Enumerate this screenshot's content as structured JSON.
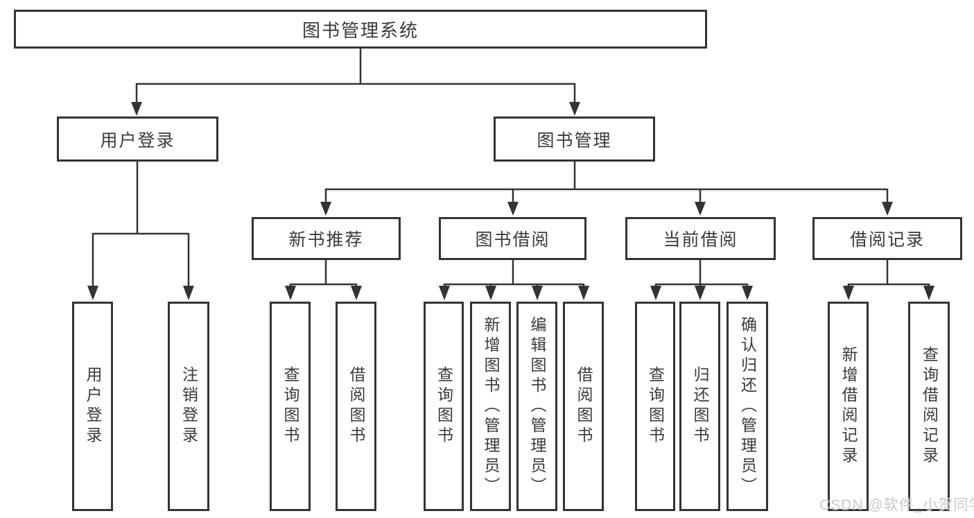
{
  "diagram": {
    "root_label": "图书管理系统",
    "level2": [
      {
        "label": "用户登录",
        "children": [
          "用户登录",
          "注销登录"
        ]
      },
      {
        "label": "图书管理"
      }
    ],
    "level3": [
      {
        "label": "新书推荐",
        "children": [
          "查询图书",
          "借阅图书"
        ]
      },
      {
        "label": "图书借阅",
        "children": [
          "查询图书",
          "新增图书（管理员）",
          "编辑图书（管理员）",
          "借阅图书"
        ]
      },
      {
        "label": "当前借阅",
        "children": [
          "查询图书",
          "归还图书",
          "确认归还（管理员）"
        ]
      },
      {
        "label": "借阅记录",
        "children": [
          "新增借阅记录",
          "查询借阅记录"
        ]
      }
    ],
    "watermark": "CSDN @软件_小贺同学",
    "colors": {
      "line": "#333333",
      "box_border": "#333333",
      "text": "#3a3a3a",
      "watermark": "#c9c9c9",
      "background": "#ffffff"
    }
  }
}
